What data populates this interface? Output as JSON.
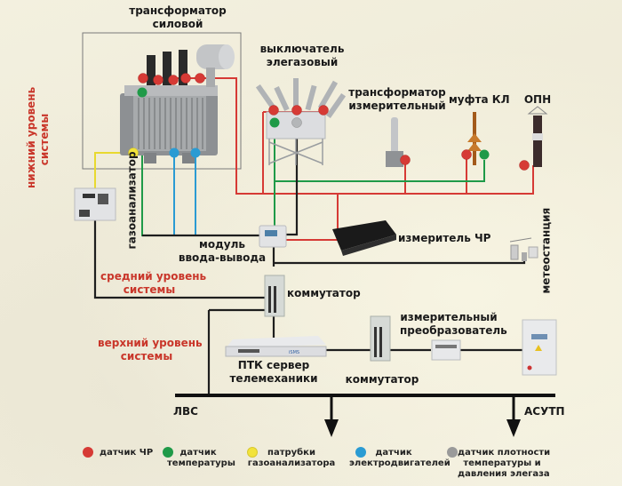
{
  "colors": {
    "pd_sensor": "#d63a35",
    "temp_sensor": "#1f9a48",
    "gas_port": "#f2e33a",
    "motor_sensor": "#2a9bd3",
    "sf6_sensor": "#9a9a9a",
    "comm_line": "#1e1e1e",
    "level_label": "#c9362a"
  },
  "devices": {
    "power_transformer": "трансформатор\nсиловой",
    "sf6_breaker": "выключатель\nэлегазовый",
    "instrument_transformer": "трансформатор\nизмерительный",
    "cable_coupling": "муфта КЛ",
    "surge_arrester": "ОПН",
    "gas_analyzer": "газоанализатор",
    "io_module": "модуль\nввода-вывода",
    "pd_meter": "измеритель ЧР",
    "weather_station": "метеостанция",
    "switch_main": "коммутатор",
    "server": "ПТК сервер\nтелемеханики",
    "switch_secondary": "коммутатор",
    "measuring_converter": "измерительный\nпреобразователь"
  },
  "levels": {
    "lower": "нижний уровень\nсистемы",
    "middle": "средний уровень\nсистемы",
    "upper": "верхний уровень\nсистемы"
  },
  "networks": {
    "lan": "ЛВС",
    "apcs": "АСУТП"
  },
  "legend": [
    {
      "key": "pd_sensor",
      "label": "датчик ЧР"
    },
    {
      "key": "temp_sensor",
      "label": "датчик\nтемпературы"
    },
    {
      "key": "gas_port",
      "label": "патрубки\nгазоанализатора"
    },
    {
      "key": "motor_sensor",
      "label": "датчик\nэлектродвигателей"
    },
    {
      "key": "sf6_sensor",
      "label": "датчик плотности\nтемпературы и\nдавления элегаза"
    }
  ]
}
